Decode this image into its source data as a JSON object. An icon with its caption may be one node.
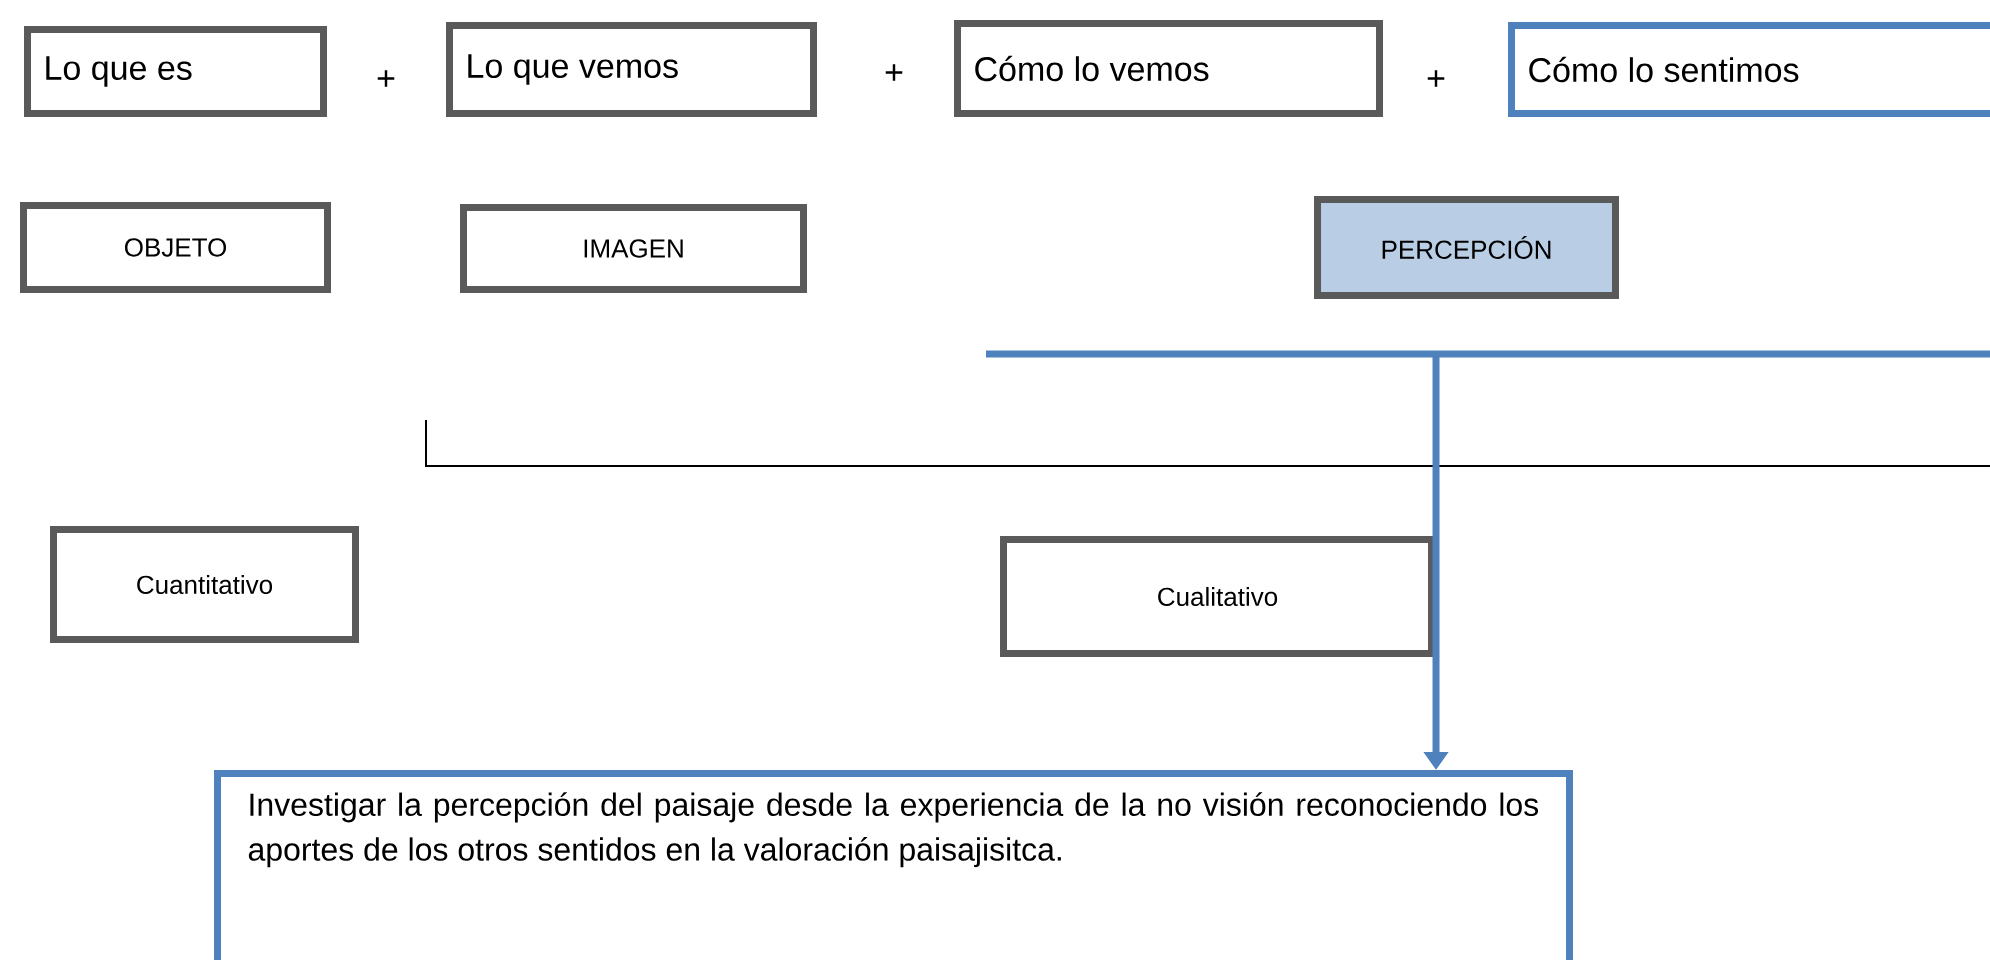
{
  "diagram": {
    "nodes": [
      {
        "text": [
          "Lo que es"
        ]
      },
      {
        "text": [
          "Lo que vemos"
        ]
      },
      {
        "text": [
          "Cómo lo vemos"
        ]
      },
      {
        "text": [
          "Cómo lo sentimos"
        ]
      },
      {
        "text": [
          "OBJETO"
        ]
      },
      {
        "text": [
          "IMAGEN"
        ]
      },
      {
        "text": [
          "PERCEPCIÓN"
        ]
      },
      {
        "text": [
          "Cuantitativo"
        ]
      },
      {
        "text": [
          "Cualitativo"
        ]
      },
      {
        "text": [
          "Investigar la percepción del paisaje desde la experiencia de la no visión reconociendo los aportes de los otros sentidos en la valoración paisajisitca."
        ]
      }
    ],
    "edges": [
      {
        "from": null,
        "to": 9,
        "arrow": "to"
      }
    ],
    "labels": [
      "+",
      "+",
      "+"
    ]
  }
}
